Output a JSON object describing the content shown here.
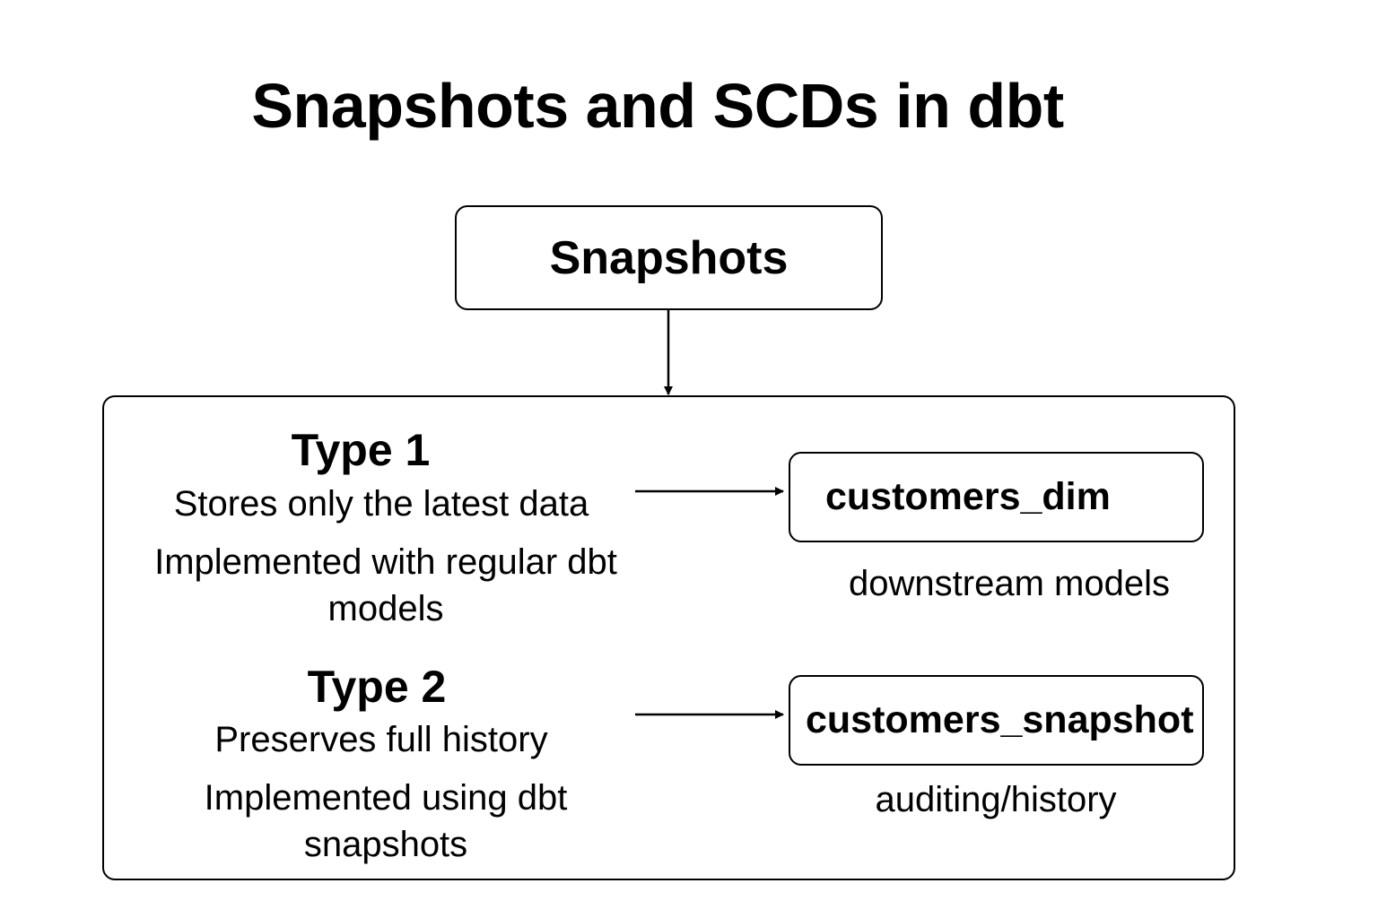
{
  "title": "Snapshots and SCDs in dbt",
  "root_node": {
    "label": "Snapshots"
  },
  "types": [
    {
      "heading": "Type 1",
      "description": "Stores only the latest data",
      "implementation_line1": "Implemented with regular dbt",
      "implementation_line2": "models",
      "target": {
        "label": "customers_dim",
        "caption": "downstream models"
      }
    },
    {
      "heading": "Type 2",
      "description": "Preserves full history",
      "implementation_line1": "Implemented using dbt",
      "implementation_line2": "snapshots",
      "target": {
        "label": "customers_snapshot",
        "caption": "auditing/history"
      }
    }
  ]
}
